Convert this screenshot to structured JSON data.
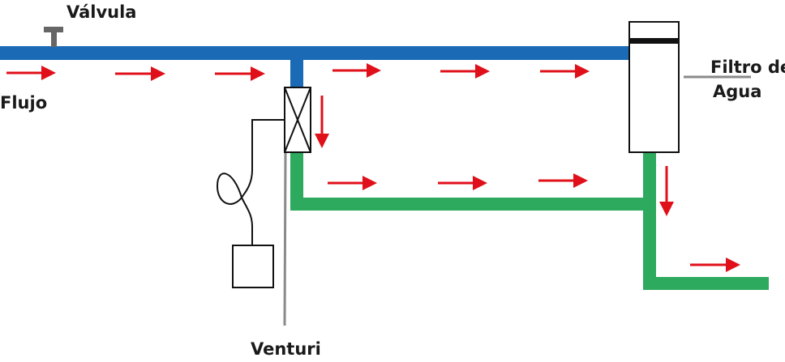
{
  "labels": {
    "valve": "Válvula",
    "flow": "Flujo",
    "venturi": "Venturi",
    "filter_line1": "Filtro de",
    "filter_line2": "Agua"
  },
  "colors": {
    "inlet_pipe": "#1a6ab5",
    "outlet_pipe": "#2eaa5e",
    "arrow": "#e0101a",
    "leader": "#8a8a8a",
    "valve": "#666666"
  }
}
